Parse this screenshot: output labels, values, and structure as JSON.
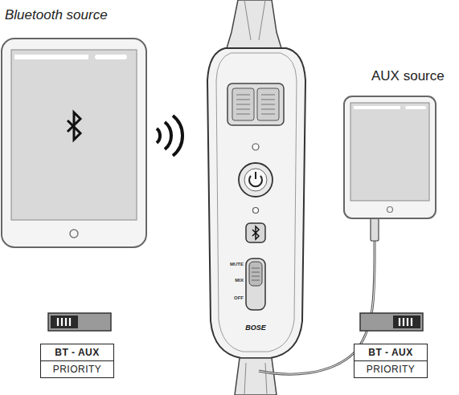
{
  "diagram": {
    "nodes": [
      {
        "text": [
          "BT - AUX",
          "PRIORITY"
        ]
      },
      {
        "text": [
          "BT - AUX",
          "PRIORITY"
        ]
      }
    ],
    "labels": [
      "Bluetooth source",
      "AUX source",
      "MUTE",
      "MIX",
      "OFF",
      "BOSE"
    ]
  }
}
